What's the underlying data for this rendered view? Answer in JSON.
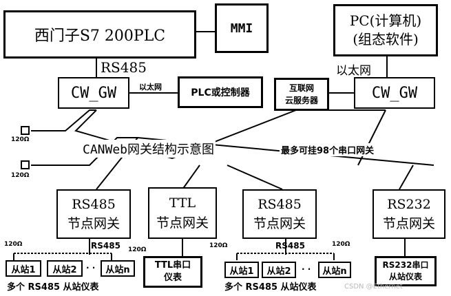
{
  "labels": {
    "plc": "西门子S7 200PLC",
    "mmi": "MMI",
    "pc_line1": "PC(计算机)",
    "pc_line2": "(组态软件)",
    "rs485_top": "RS485",
    "ethernet_right": "以太网",
    "gw_left": "CW_GW",
    "gw_right": "CW_GW",
    "ethernet_mid": "以太网",
    "plc_controller": "PLC或控制器",
    "cloud_line1": "互联网",
    "cloud_line2": "云服务器",
    "title": "CANWeb网关结构示意图",
    "max_gateways": "最多可挂98个串口网关",
    "ohm_left_1": "120Ω",
    "ohm_left_2": "120Ω",
    "node1_line1": "RS485",
    "node1_line2": "节点网关",
    "node2_line1": "TTL",
    "node2_line2": "节点网关",
    "node3_line1": "RS485",
    "node3_line2": "节点网关",
    "node4_line1": "RS232",
    "node4_line2": "节点网关",
    "bus1_ohm_left": "120Ω",
    "bus1_ohm_right": "120Ω",
    "bus1_rs485": "RS485",
    "bus1_slave1": "从站1",
    "bus1_slave2": "从站2",
    "bus1_slaven": "从站n",
    "bus1_dots": "· ·",
    "bus1_caption": "多个 RS485 从站仪表",
    "ttl_meter_line1": "TTL串口",
    "ttl_meter_line2": "仪表",
    "bus2_ohm_left": "120Ω",
    "bus2_ohm_right": "120Ω",
    "bus2_rs485": "RS485",
    "bus2_slave1": "从站1",
    "bus2_slave2": "从站2",
    "bus2_slaven": "从站n",
    "bus2_dots": "· ·",
    "bus2_caption": "多个 RS485 从站仪表",
    "rs232_meter_line1": "RS232串口",
    "rs232_meter_line2": "从站仪表",
    "watermark": "CSDN @Ethernet"
  }
}
